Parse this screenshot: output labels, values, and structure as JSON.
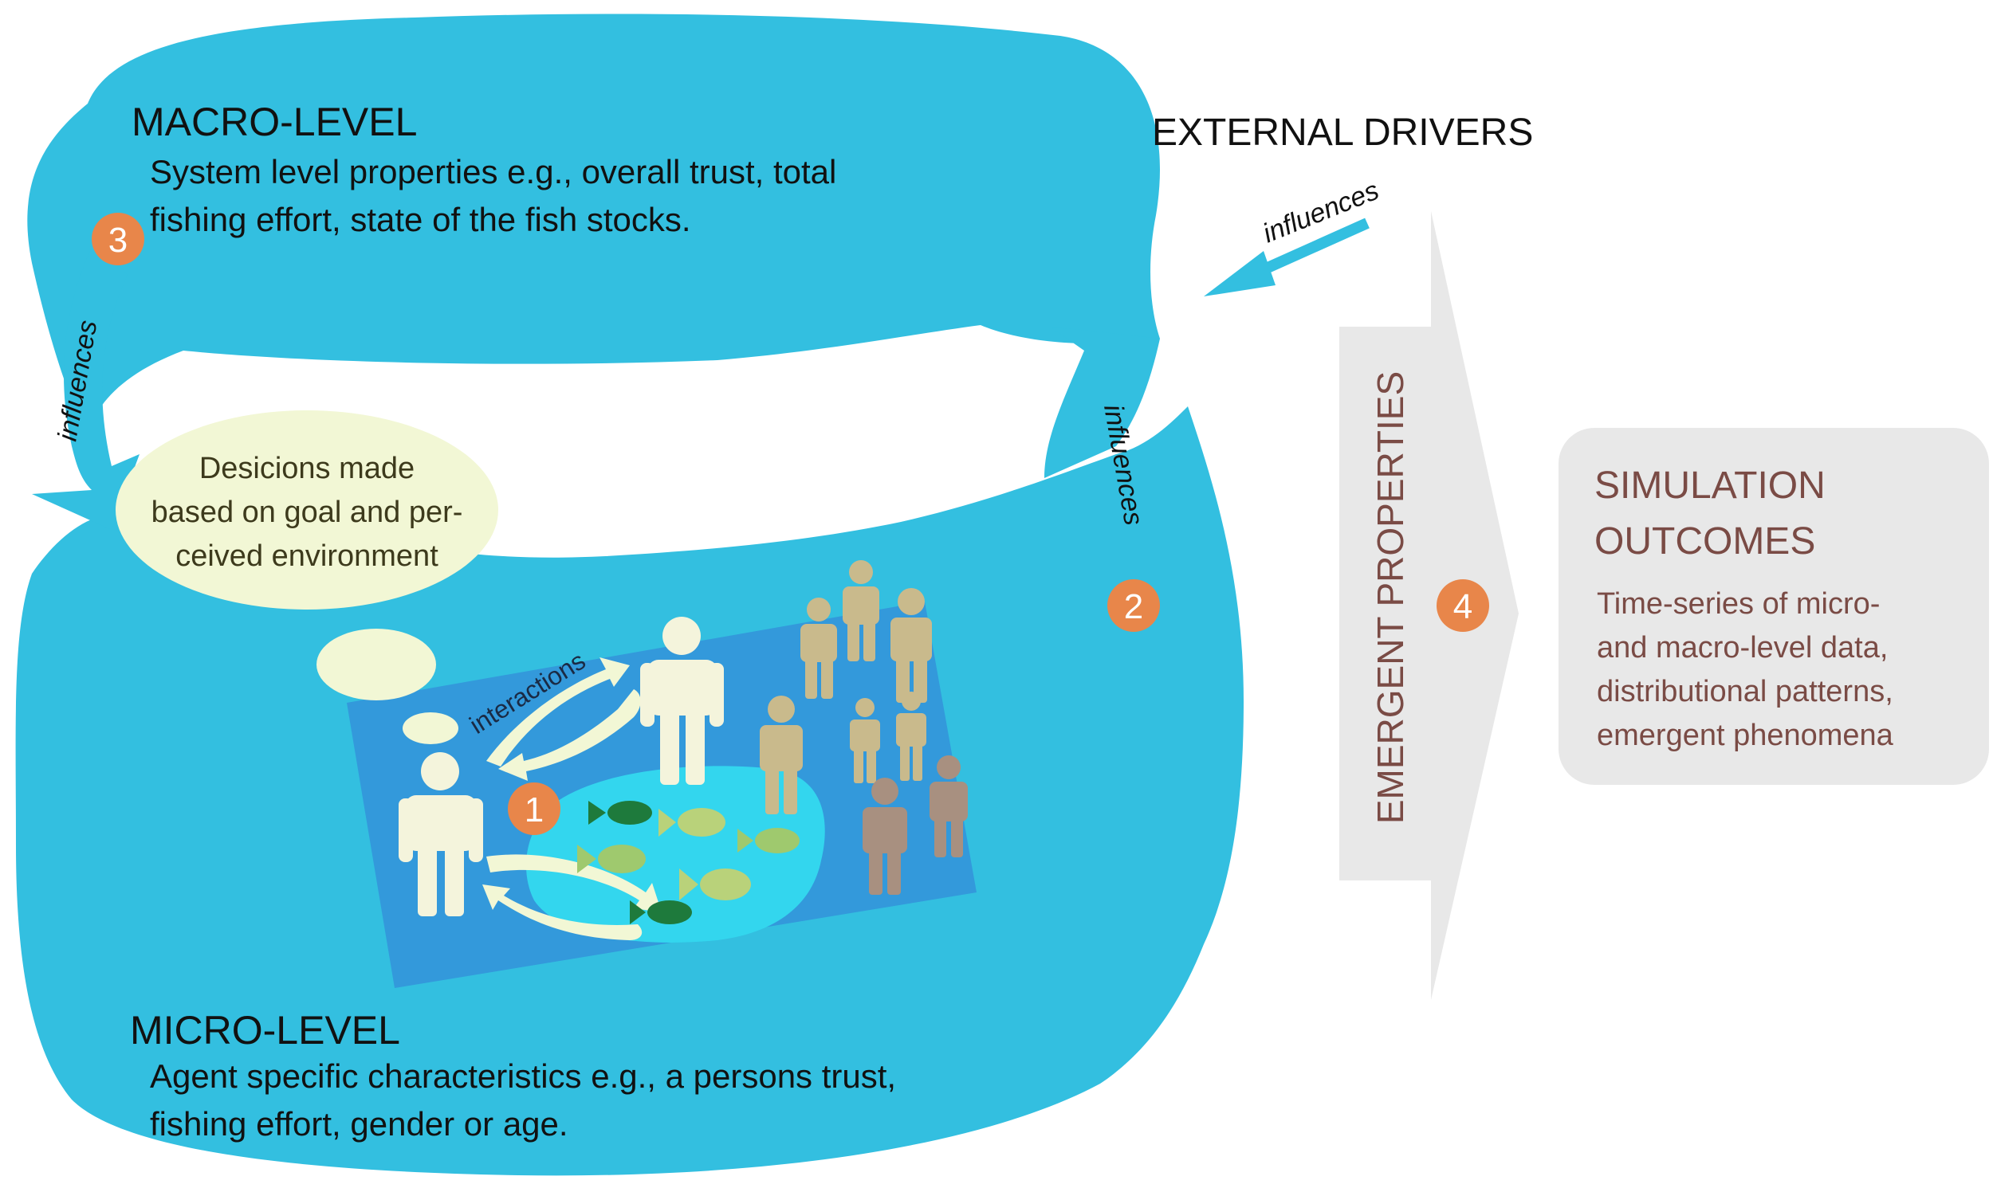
{
  "macro": {
    "title": "MACRO-LEVEL",
    "desc_line1": "System level properties e.g., overall trust, total",
    "desc_line2": "fishing effort, state of the fish stocks."
  },
  "micro": {
    "title": "MICRO-LEVEL",
    "desc_line1": "Agent specific characteristics e.g., a persons trust,",
    "desc_line2": "fishing effort, gender or age."
  },
  "external": {
    "title": "EXTERNAL DRIVERS",
    "arrow_label": "influences"
  },
  "arrows": {
    "left_label": "influences",
    "right_label": "influences",
    "interactions_label": "interactions"
  },
  "decisions": {
    "line1": "Desicions made",
    "line2": "based on goal and per-",
    "line3": "ceived environment"
  },
  "emergent": {
    "label": "EMERGENT PROPERTIES"
  },
  "outcomes": {
    "title_line1": "SIMULATION",
    "title_line2": "OUTCOMES",
    "line1": "Time-series of micro-",
    "line2": "and macro-level data,",
    "line3": "distributional patterns,",
    "line4": "emergent phenomena"
  },
  "badges": {
    "b1": "1",
    "b2": "2",
    "b3": "3",
    "b4": "4"
  },
  "colors": {
    "blob": "#33bfe0",
    "panel": "#3399db",
    "pond": "#33d6ee",
    "badge": "#e8864a",
    "person_light": "#f4f4dc",
    "person_tan": "#c9ba8c",
    "person_brown": "#a89080",
    "bubble": "#f2f7d5",
    "grey_box": "#e8e8e8",
    "outcome_text": "#7a4b45"
  }
}
